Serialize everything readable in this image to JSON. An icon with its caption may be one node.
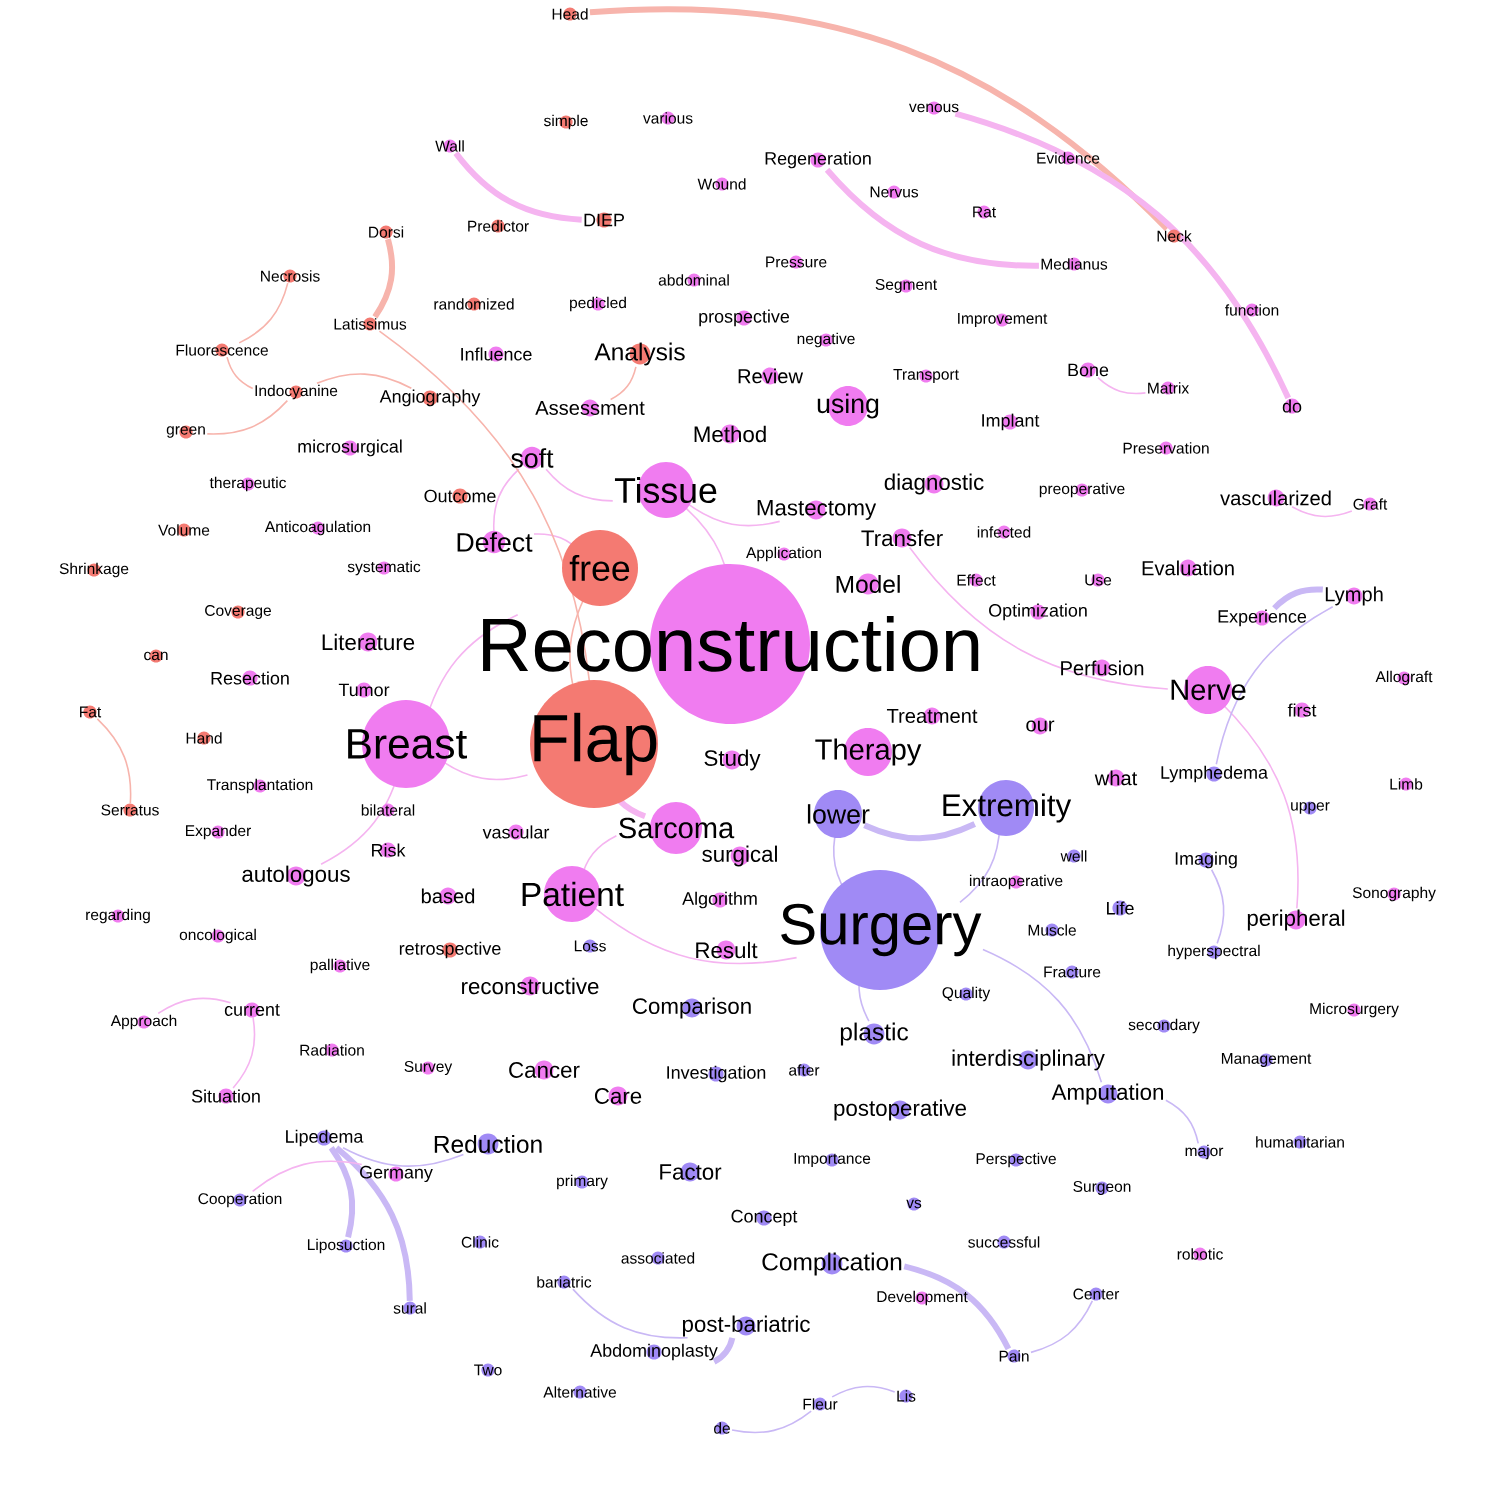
{
  "diagram": {
    "nodes": [
      {
        "text": [
          "Head"
        ]
      },
      {
        "text": [
          "venous"
        ]
      },
      {
        "text": [
          "various"
        ]
      },
      {
        "text": [
          "simple"
        ]
      },
      {
        "text": [
          "Wall"
        ]
      },
      {
        "text": [
          "Evidence"
        ]
      },
      {
        "text": [
          "Regeneration"
        ]
      },
      {
        "text": [
          "Wound"
        ]
      },
      {
        "text": [
          "Nervus"
        ]
      },
      {
        "text": [
          "Dorsi"
        ]
      },
      {
        "text": [
          "Predictor"
        ]
      },
      {
        "text": [
          "DIEP"
        ]
      },
      {
        "text": [
          "Rat"
        ]
      },
      {
        "text": [
          "Neck"
        ]
      },
      {
        "text": [
          "Medianus"
        ]
      },
      {
        "text": [
          "Pressure"
        ]
      },
      {
        "text": [
          "Necrosis"
        ]
      },
      {
        "text": [
          "abdominal"
        ]
      },
      {
        "text": [
          "Segment"
        ]
      },
      {
        "text": [
          "randomized"
        ]
      },
      {
        "text": [
          "pedicled"
        ]
      },
      {
        "text": [
          "Latissimus"
        ]
      },
      {
        "text": [
          "prospective"
        ]
      },
      {
        "text": [
          "Improvement"
        ]
      },
      {
        "text": [
          "function"
        ]
      },
      {
        "text": [
          "negative"
        ]
      },
      {
        "text": [
          "Fluorescence"
        ]
      },
      {
        "text": [
          "Influence"
        ]
      },
      {
        "text": [
          "Analysis"
        ]
      },
      {
        "text": [
          "Review"
        ]
      },
      {
        "text": [
          "Transport"
        ]
      },
      {
        "text": [
          "Bone"
        ]
      },
      {
        "text": [
          "Matrix"
        ]
      },
      {
        "text": [
          "Indocyanine"
        ]
      },
      {
        "text": [
          "Angiography"
        ]
      },
      {
        "text": [
          "Assessment"
        ]
      },
      {
        "text": [
          "using"
        ]
      },
      {
        "text": [
          "do"
        ]
      },
      {
        "text": [
          "Implant"
        ]
      },
      {
        "text": [
          "green"
        ]
      },
      {
        "text": [
          "Method"
        ]
      },
      {
        "text": [
          "microsurgical"
        ]
      },
      {
        "text": [
          "soft"
        ]
      },
      {
        "text": [
          "Preservation"
        ]
      },
      {
        "text": [
          "Tissue"
        ]
      },
      {
        "text": [
          "therapeutic"
        ]
      },
      {
        "text": [
          "diagnostic"
        ]
      },
      {
        "text": [
          "preoperative"
        ]
      },
      {
        "text": [
          "vascularized"
        ]
      },
      {
        "text": [
          "Graft"
        ]
      },
      {
        "text": [
          "Mastectomy"
        ]
      },
      {
        "text": [
          "Outcome"
        ]
      },
      {
        "text": [
          "Volume"
        ]
      },
      {
        "text": [
          "Anticoagulation"
        ]
      },
      {
        "text": [
          "Transfer"
        ]
      },
      {
        "text": [
          "infected"
        ]
      },
      {
        "text": [
          "Application"
        ]
      },
      {
        "text": [
          "Defect"
        ]
      },
      {
        "text": [
          "free"
        ]
      },
      {
        "text": [
          "Shrinkage"
        ]
      },
      {
        "text": [
          "systematic"
        ]
      },
      {
        "text": [
          "Effect"
        ]
      },
      {
        "text": [
          "Use"
        ]
      },
      {
        "text": [
          "Evaluation"
        ]
      },
      {
        "text": [
          "Model"
        ]
      },
      {
        "text": [
          "Coverage"
        ]
      },
      {
        "text": [
          "Lymph"
        ]
      },
      {
        "text": [
          "Experience"
        ]
      },
      {
        "text": [
          "Optimization"
        ]
      },
      {
        "text": [
          "Reconstruction"
        ]
      },
      {
        "text": [
          "can"
        ]
      },
      {
        "text": [
          "Literature"
        ]
      },
      {
        "text": [
          "Perfusion"
        ]
      },
      {
        "text": [
          "Resection"
        ]
      },
      {
        "text": [
          "Tumor"
        ]
      },
      {
        "text": [
          "Allograft"
        ]
      },
      {
        "text": [
          "Nerve"
        ]
      },
      {
        "text": [
          "Fat"
        ]
      },
      {
        "text": [
          "first"
        ]
      },
      {
        "text": [
          "Treatment"
        ]
      },
      {
        "text": [
          "our"
        ]
      },
      {
        "text": [
          "Breast"
        ]
      },
      {
        "text": [
          "Flap"
        ]
      },
      {
        "text": [
          "Study"
        ]
      },
      {
        "text": [
          "Therapy"
        ]
      },
      {
        "text": [
          "Hand"
        ]
      },
      {
        "text": [
          "Limb"
        ]
      },
      {
        "text": [
          "what"
        ]
      },
      {
        "text": [
          "Lymphedema"
        ]
      },
      {
        "text": [
          "Transplantation"
        ]
      },
      {
        "text": [
          "Serratus"
        ]
      },
      {
        "text": [
          "bilateral"
        ]
      },
      {
        "text": [
          "upper"
        ]
      },
      {
        "text": [
          "Sarcoma"
        ]
      },
      {
        "text": [
          "lower"
        ]
      },
      {
        "text": [
          "Extremity"
        ]
      },
      {
        "text": [
          "Expander"
        ]
      },
      {
        "text": [
          "vascular"
        ]
      },
      {
        "text": [
          "Risk"
        ]
      },
      {
        "text": [
          "surgical"
        ]
      },
      {
        "text": [
          "well"
        ]
      },
      {
        "text": [
          "Imaging"
        ]
      },
      {
        "text": [
          "autologous"
        ]
      },
      {
        "text": [
          "intraoperative"
        ]
      },
      {
        "text": [
          "Sonography"
        ]
      },
      {
        "text": [
          "based"
        ]
      },
      {
        "text": [
          "Patient"
        ]
      },
      {
        "text": [
          "Algorithm"
        ]
      },
      {
        "text": [
          "Life"
        ]
      },
      {
        "text": [
          "Surgery"
        ]
      },
      {
        "text": [
          "peripheral"
        ]
      },
      {
        "text": [
          "regarding"
        ]
      },
      {
        "text": [
          "Muscle"
        ]
      },
      {
        "text": [
          "oncological"
        ]
      },
      {
        "text": [
          "retrospective"
        ]
      },
      {
        "text": [
          "Loss"
        ]
      },
      {
        "text": [
          "Result"
        ]
      },
      {
        "text": [
          "hyperspectral"
        ]
      },
      {
        "text": [
          "Fracture"
        ]
      },
      {
        "text": [
          "palliative"
        ]
      },
      {
        "text": [
          "reconstructive"
        ]
      },
      {
        "text": [
          "Quality"
        ]
      },
      {
        "text": [
          "Comparison"
        ]
      },
      {
        "text": [
          "Microsurgery"
        ]
      },
      {
        "text": [
          "Approach"
        ]
      },
      {
        "text": [
          "current"
        ]
      },
      {
        "text": [
          "plastic"
        ]
      },
      {
        "text": [
          "secondary"
        ]
      },
      {
        "text": [
          "Radiation"
        ]
      },
      {
        "text": [
          "Survey"
        ]
      },
      {
        "text": [
          "interdisciplinary"
        ]
      },
      {
        "text": [
          "Cancer"
        ]
      },
      {
        "text": [
          "after"
        ]
      },
      {
        "text": [
          "Investigation"
        ]
      },
      {
        "text": [
          "Management"
        ]
      },
      {
        "text": [
          "Amputation"
        ]
      },
      {
        "text": [
          "Care"
        ]
      },
      {
        "text": [
          "Situation"
        ]
      },
      {
        "text": [
          "postoperative"
        ]
      },
      {
        "text": [
          "Lipedema"
        ]
      },
      {
        "text": [
          "Reduction"
        ]
      },
      {
        "text": [
          "humanitarian"
        ]
      },
      {
        "text": [
          "major"
        ]
      },
      {
        "text": [
          "Germany"
        ]
      },
      {
        "text": [
          "primary"
        ]
      },
      {
        "text": [
          "Factor"
        ]
      },
      {
        "text": [
          "Importance"
        ]
      },
      {
        "text": [
          "Perspective"
        ]
      },
      {
        "text": [
          "Surgeon"
        ]
      },
      {
        "text": [
          "Cooperation"
        ]
      },
      {
        "text": [
          "Concept"
        ]
      },
      {
        "text": [
          "vs"
        ]
      },
      {
        "text": [
          "Liposuction"
        ]
      },
      {
        "text": [
          "Clinic"
        ]
      },
      {
        "text": [
          "associated"
        ]
      },
      {
        "text": [
          "successful"
        ]
      },
      {
        "text": [
          "Complication"
        ]
      },
      {
        "text": [
          "robotic"
        ]
      },
      {
        "text": [
          "bariatric"
        ]
      },
      {
        "text": [
          "Development"
        ]
      },
      {
        "text": [
          "Center"
        ]
      },
      {
        "text": [
          "sural"
        ]
      },
      {
        "text": [
          "post-bariatric"
        ]
      },
      {
        "text": [
          "Abdominoplasty"
        ]
      },
      {
        "text": [
          "Pain"
        ]
      },
      {
        "text": [
          "Two"
        ]
      },
      {
        "text": [
          "Alternative"
        ]
      },
      {
        "text": [
          "Fleur"
        ]
      },
      {
        "text": [
          "Lis"
        ]
      },
      {
        "text": [
          "de"
        ]
      }
    ],
    "edges": [
      {
        "from": 0,
        "to": 13,
        "arrow": "none",
        "style": "thick",
        "color": "#f7b4ac"
      },
      {
        "from": 6,
        "to": 14,
        "arrow": "none",
        "style": "thick"
      },
      {
        "from": 1,
        "to": 37,
        "arrow": "none",
        "style": "thick"
      },
      {
        "from": 4,
        "to": 11,
        "arrow": "none",
        "style": "thick"
      },
      {
        "from": 9,
        "to": 21,
        "arrow": "none",
        "style": "thick",
        "color": "#f7b4ac"
      },
      {
        "from": 26,
        "to": 33,
        "arrow": "none",
        "color": "#f7b4ac"
      },
      {
        "from": 33,
        "to": 39,
        "arrow": "none",
        "color": "#f7b4ac"
      },
      {
        "from": 34,
        "to": 33,
        "arrow": "none",
        "color": "#f7b4ac"
      },
      {
        "from": 16,
        "to": 26,
        "arrow": "none",
        "color": "#f7b4ac"
      },
      {
        "from": 90,
        "to": 77,
        "arrow": "none",
        "color": "#f7b4ac"
      },
      {
        "from": 82,
        "to": 58,
        "arrow": "none",
        "color": "#f7b4ac"
      },
      {
        "from": 82,
        "to": 93,
        "arrow": "none",
        "style": "thick"
      },
      {
        "from": 109,
        "to": 94,
        "arrow": "none",
        "color": "#c9b8f5"
      },
      {
        "from": 69,
        "to": 81,
        "arrow": "none"
      },
      {
        "from": 82,
        "to": 81,
        "arrow": "none"
      },
      {
        "from": 69,
        "to": 44,
        "arrow": "none"
      },
      {
        "from": 44,
        "to": 42,
        "arrow": "none"
      },
      {
        "from": 42,
        "to": 57,
        "arrow": "none"
      },
      {
        "from": 57,
        "to": 58,
        "arrow": "none"
      },
      {
        "from": 109,
        "to": 95,
        "arrow": "none",
        "color": "#c9b8f5"
      },
      {
        "from": 95,
        "to": 94,
        "arrow": "none",
        "style": "thick",
        "color": "#c9b8f5"
      },
      {
        "from": 109,
        "to": 126,
        "arrow": "none",
        "color": "#c9b8f5"
      },
      {
        "from": 76,
        "to": 110,
        "arrow": "none"
      },
      {
        "from": 66,
        "to": 67,
        "arrow": "none",
        "style": "thick",
        "color": "#c9b8f5"
      },
      {
        "from": 88,
        "to": 66,
        "arrow": "none",
        "color": "#c9b8f5"
      },
      {
        "from": 152,
        "to": 139,
        "arrow": "none",
        "style": "thick",
        "color": "#c9b8f5"
      },
      {
        "from": 140,
        "to": 139,
        "arrow": "none",
        "color": "#c9b8f5"
      },
      {
        "from": 161,
        "to": 139,
        "arrow": "none",
        "style": "thick",
        "color": "#c9b8f5"
      },
      {
        "from": 162,
        "to": 163,
        "arrow": "none",
        "style": "thick",
        "color": "#c9b8f5"
      },
      {
        "from": 158,
        "to": 162,
        "arrow": "none",
        "color": "#c9b8f5"
      },
      {
        "from": 156,
        "to": 164,
        "arrow": "none",
        "style": "thick",
        "color": "#c9b8f5"
      },
      {
        "from": 164,
        "to": 160,
        "arrow": "none",
        "color": "#c9b8f5"
      },
      {
        "from": 135,
        "to": 142,
        "arrow": "none",
        "color": "#c9b8f5"
      },
      {
        "from": 135,
        "to": 109,
        "arrow": "none",
        "color": "#c9b8f5"
      },
      {
        "from": 167,
        "to": 168,
        "arrow": "none",
        "color": "#c9b8f5"
      },
      {
        "from": 169,
        "to": 167,
        "arrow": "none",
        "color": "#c9b8f5"
      },
      {
        "from": 101,
        "to": 117,
        "arrow": "none",
        "color": "#c9b8f5"
      },
      {
        "from": 106,
        "to": 109,
        "arrow": "none"
      },
      {
        "from": 81,
        "to": 102,
        "arrow": "none"
      },
      {
        "from": 93,
        "to": 106,
        "arrow": "none"
      },
      {
        "from": 50,
        "to": 44,
        "arrow": "none"
      },
      {
        "from": 82,
        "to": 21,
        "arrow": "none",
        "color": "#f7b4ac"
      },
      {
        "from": 28,
        "to": 35,
        "arrow": "none",
        "color": "#f7b4ac"
      },
      {
        "from": 54,
        "to": 76,
        "arrow": "none"
      },
      {
        "from": 149,
        "to": 143,
        "arrow": "none"
      },
      {
        "from": 137,
        "to": 125,
        "arrow": "none"
      },
      {
        "from": 124,
        "to": 125,
        "arrow": "none"
      },
      {
        "from": 31,
        "to": 32,
        "arrow": "none"
      },
      {
        "from": 49,
        "to": 48,
        "arrow": "none"
      }
    ]
  }
}
